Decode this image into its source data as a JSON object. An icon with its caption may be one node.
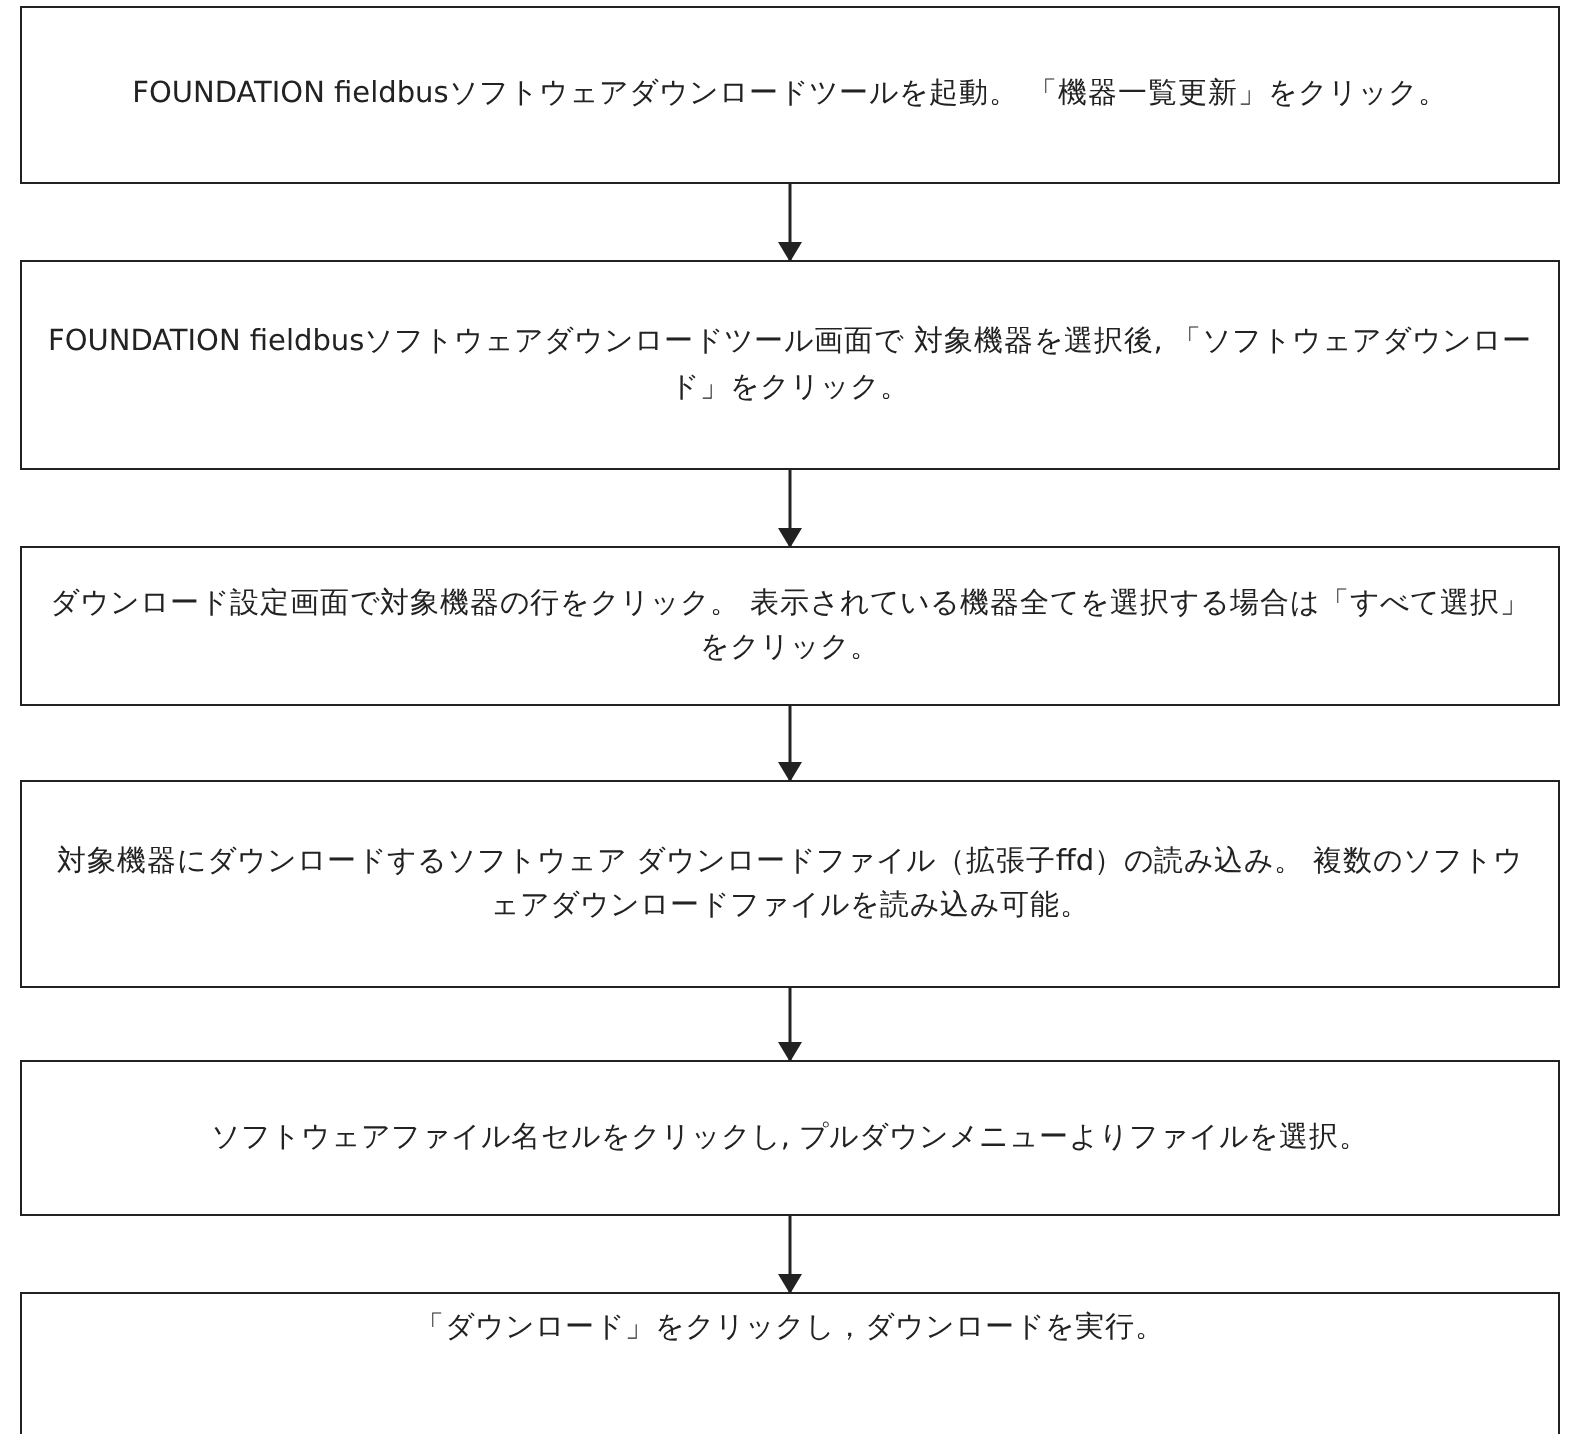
{
  "diagram": {
    "nodes": [
      {
        "text": [
          "FOUNDATION fieldbusソフトウェアダウンロードツールを起動。 「機器一覧更新」をクリック。"
        ]
      },
      {
        "text": [
          "FOUNDATION fieldbusソフトウェアダウンロードツール画面で 対象機器を選択後, 「ソフトウェアダウンロード」をクリック。"
        ]
      },
      {
        "text": [
          "ダウンロード設定画面で対象機器の行をクリック。 表示されている機器全てを選択する場合は「すべて選択」をクリック。"
        ]
      },
      {
        "text": [
          "対象機器にダウンロードするソフトウェア ダウンロードファイル（拡張子ffd）の読み込み。 複数のソフトウェアダウンロードファイルを読み込み可能。"
        ]
      },
      {
        "text": [
          "ソフトウェアファイル名セルをクリックし, プルダウンメニューよりファイルを選択。"
        ]
      },
      {
        "text": [
          "「ダウンロード」をクリックし，ダウンロードを実行。"
        ]
      }
    ],
    "edges": [
      {
        "from": 0,
        "to": 1,
        "arrow": "to"
      },
      {
        "from": 1,
        "to": 2,
        "arrow": "to"
      },
      {
        "from": 2,
        "to": 3,
        "arrow": "to"
      },
      {
        "from": 3,
        "to": 4,
        "arrow": "to"
      },
      {
        "from": 4,
        "to": 5,
        "arrow": "to"
      }
    ]
  }
}
